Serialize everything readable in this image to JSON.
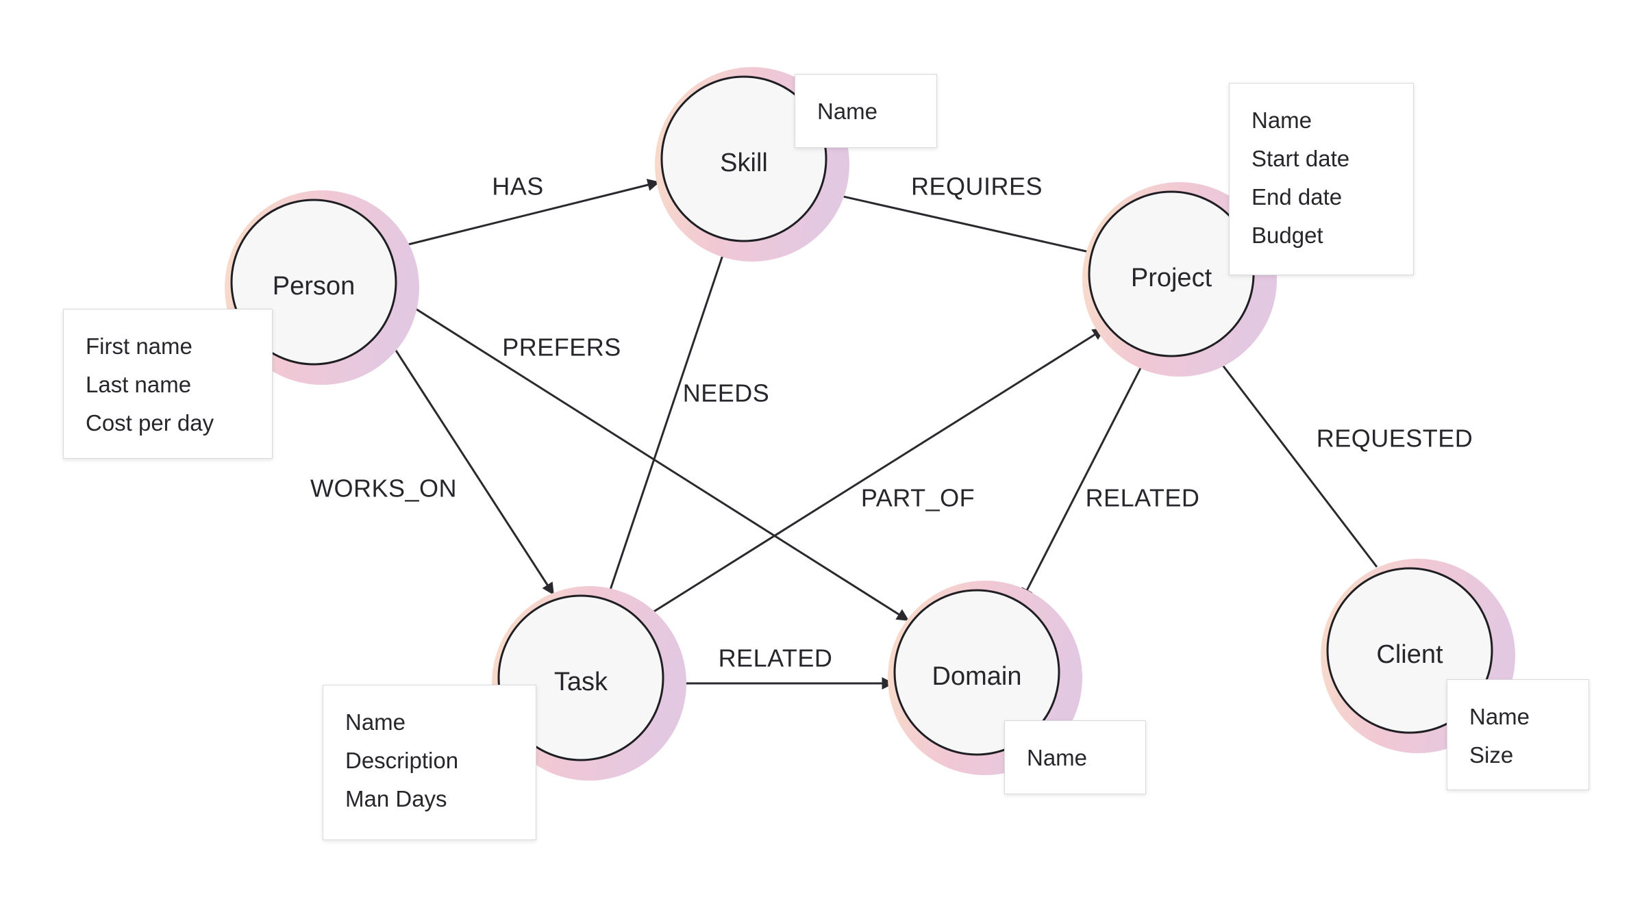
{
  "diagram": {
    "nodes": [
      {
        "id": "skill",
        "label": "Skill",
        "properties": [
          "Name"
        ]
      },
      {
        "id": "person",
        "label": "Person",
        "properties": [
          "First name",
          "Last name",
          "Cost per day"
        ]
      },
      {
        "id": "project",
        "label": "Project",
        "properties": [
          "Name",
          "Start date",
          "End date",
          "Budget"
        ]
      },
      {
        "id": "task",
        "label": "Task",
        "properties": [
          "Name",
          "Description",
          "Man Days"
        ]
      },
      {
        "id": "domain",
        "label": "Domain",
        "properties": [
          "Name"
        ]
      },
      {
        "id": "client",
        "label": "Client",
        "properties": [
          "Name",
          "Size"
        ]
      }
    ],
    "edges": [
      {
        "id": "has",
        "label": "HAS",
        "from": "person",
        "to": "skill"
      },
      {
        "id": "requires",
        "label": "REQUIRES",
        "from": "project",
        "to": "skill"
      },
      {
        "id": "prefers",
        "label": "PREFERS",
        "from": "person",
        "to": "domain"
      },
      {
        "id": "needs",
        "label": "NEEDS",
        "from": "task",
        "to": "skill"
      },
      {
        "id": "works-on",
        "label": "WORKS_ON",
        "from": "person",
        "to": "task"
      },
      {
        "id": "part-of",
        "label": "PART_OF",
        "from": "task",
        "to": "project"
      },
      {
        "id": "related-project-domain",
        "label": "RELATED",
        "from": "project",
        "to": "domain"
      },
      {
        "id": "requested",
        "label": "REQUESTED",
        "from": "client",
        "to": "project"
      },
      {
        "id": "related-task-domain",
        "label": "RELATED",
        "from": "task",
        "to": "domain"
      }
    ],
    "colors": {
      "node_fill": "#f7f7f8",
      "node_stroke": "#1f1f23",
      "halo_gradient": [
        "#f9e0c8",
        "#f1c8d4",
        "#e3c8e2"
      ],
      "edge": "#2a2a2e",
      "text": "#26262b"
    }
  }
}
